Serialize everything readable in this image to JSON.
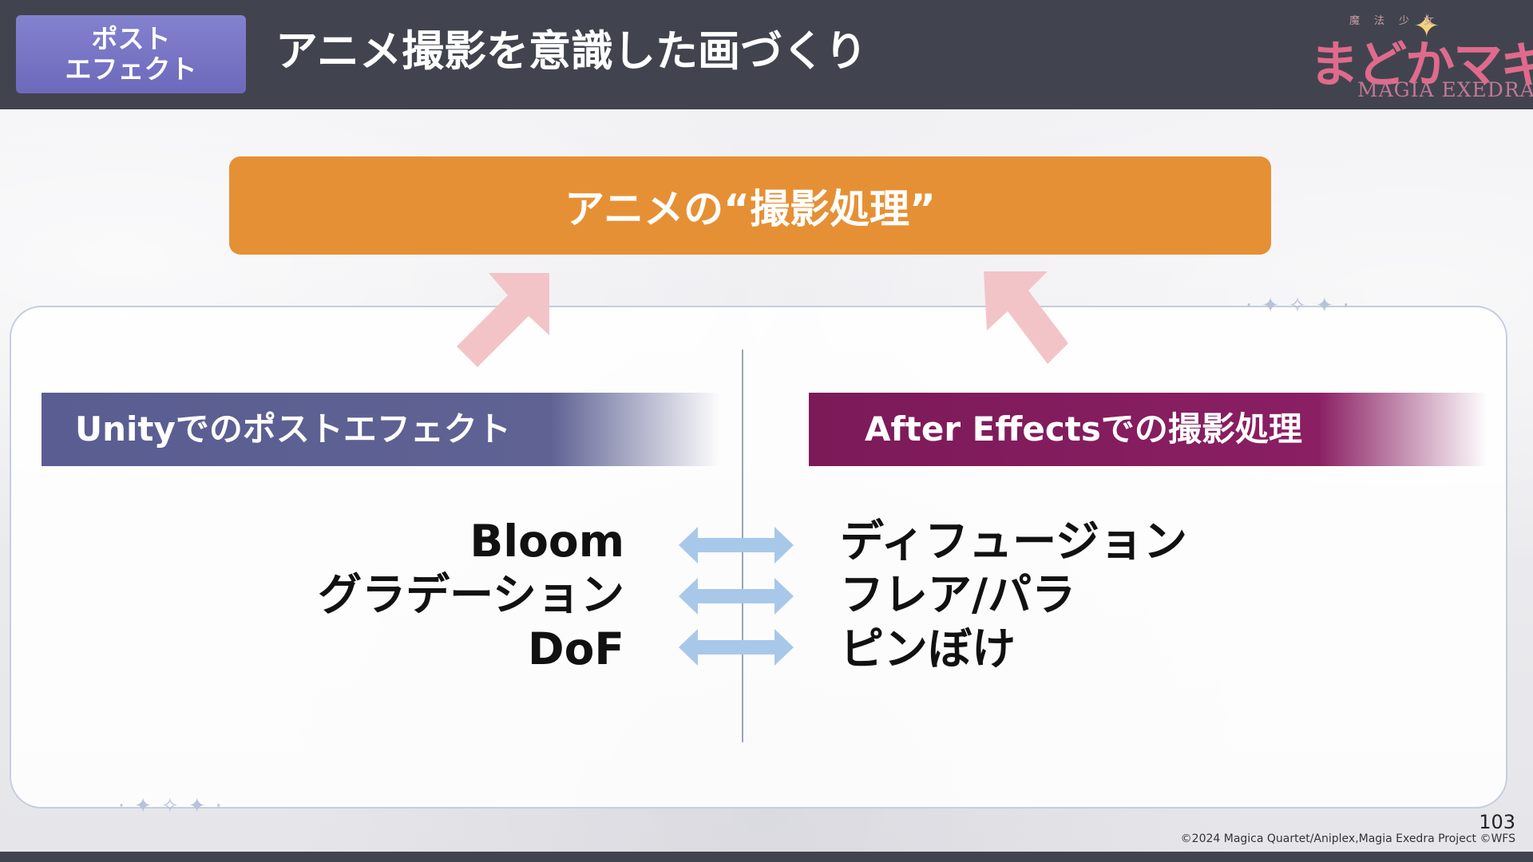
{
  "header": {
    "category_line1": "ポスト",
    "category_line2": "エフェクト",
    "title": "アニメ撮影を意識した画づくり",
    "logo": {
      "small_text": "魔法少女",
      "main_text": "まどかマギカ",
      "sub_text": "MAGIA EXEDRA"
    }
  },
  "main": {
    "anime_box_label": "アニメの“撮影処理”",
    "left_header": "Unityでのポストエフェクト",
    "right_header": "After Effectsでの撮影処理",
    "rows": [
      {
        "left": "Bloom",
        "right": "ディフュージョン"
      },
      {
        "left": "グラデーション",
        "right": "フレア/パラ"
      },
      {
        "left": "DoF",
        "right": "ピンぼけ"
      }
    ]
  },
  "footer": {
    "page_number": "103",
    "copyright": "©2024 Magica Quartet/Aniplex,Magia Exedra Project ©WFS"
  },
  "colors": {
    "header_bg": "#41444e",
    "badge": "#7472c3",
    "orange": "#e69035",
    "unity_header": "#5f6293",
    "ae_header": "#8a1f63",
    "up_arrow": "#f2c4c8",
    "double_arrow": "#a8c8ea"
  },
  "icons": {
    "up_arrows": "arrow-up-diagonal-icon",
    "row_arrows": "double-arrow-horizontal-icon",
    "decoration": "sparkle-stars-icon"
  }
}
